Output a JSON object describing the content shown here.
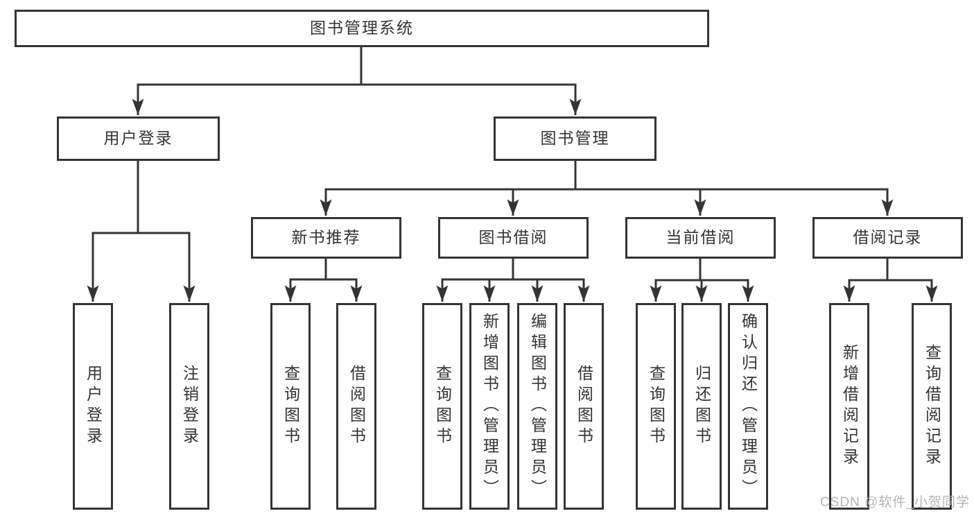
{
  "diagram": {
    "type": "hierarchy",
    "root": {
      "label": "图书管理系统"
    },
    "branches": [
      {
        "label": "用户登录",
        "children": [
          {
            "label": "用户登录"
          },
          {
            "label": "注销登录"
          }
        ]
      },
      {
        "label": "图书管理",
        "children": [
          {
            "label": "新书推荐",
            "children": [
              {
                "label": "查询图书"
              },
              {
                "label": "借阅图书"
              }
            ]
          },
          {
            "label": "图书借阅",
            "children": [
              {
                "label": "查询图书"
              },
              {
                "label": "新增图书（管理员）"
              },
              {
                "label": "编辑图书（管理员）"
              },
              {
                "label": "借阅图书"
              }
            ]
          },
          {
            "label": "当前借阅",
            "children": [
              {
                "label": "查询图书"
              },
              {
                "label": "归还图书"
              },
              {
                "label": "确认归还（管理员）"
              }
            ]
          },
          {
            "label": "借阅记录",
            "children": [
              {
                "label": "新增借阅记录"
              },
              {
                "label": "查询借阅记录"
              }
            ]
          }
        ]
      }
    ]
  },
  "watermark": {
    "text": "CSDN @软件_小贺同学"
  },
  "colors": {
    "line": "#343434",
    "border": "#343434",
    "text": "#333333",
    "watermark": "#b5b5b5",
    "background": "#ffffff"
  }
}
